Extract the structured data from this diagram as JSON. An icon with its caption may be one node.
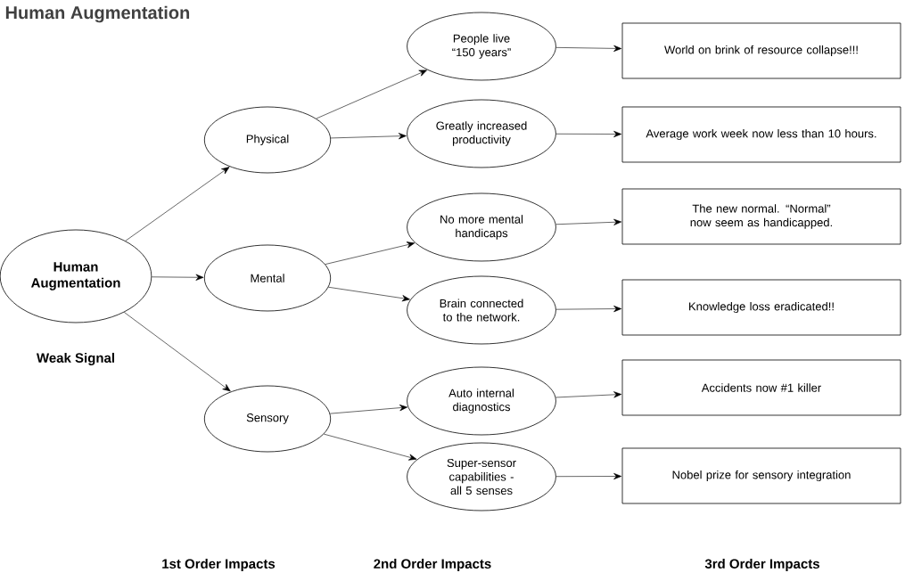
{
  "diagram": {
    "title": "Human Augmentation",
    "nodes": [
      {
        "text": [
          "Human Augmentation"
        ],
        "beside": [
          "Weak Signal"
        ]
      },
      {
        "text": [
          "Physical"
        ]
      },
      {
        "text": [
          "Mental"
        ]
      },
      {
        "text": [
          "Sensory"
        ]
      },
      {
        "text": [
          "People live “150 years”"
        ]
      },
      {
        "text": [
          "Greatly increased productivity"
        ]
      },
      {
        "text": [
          "No more mental handicaps"
        ]
      },
      {
        "text": [
          "Brain connected to the network."
        ]
      },
      {
        "text": [
          "Auto internal diagnostics"
        ]
      },
      {
        "text": [
          "Super-sensor capabilities - all 5 senses"
        ]
      },
      {
        "text": [
          "World on brink of resource collapse!!!"
        ]
      },
      {
        "text": [
          "Average work week now less than 10 hours."
        ]
      },
      {
        "text": [
          "The new normal. “Normal” now seem as handicapped."
        ]
      },
      {
        "text": [
          "Knowledge loss eradicated!!"
        ]
      },
      {
        "text": [
          "Accidents now #1 killer"
        ]
      },
      {
        "text": [
          "Nobel prize for sensory integration"
        ]
      }
    ],
    "edges": [
      {
        "from": 0,
        "to": 1,
        "arrow": "to"
      },
      {
        "from": 0,
        "to": 2,
        "arrow": "to"
      },
      {
        "from": 0,
        "to": 3,
        "arrow": "to"
      },
      {
        "from": 1,
        "to": 4,
        "arrow": "to"
      },
      {
        "from": 1,
        "to": 5,
        "arrow": "to"
      },
      {
        "from": 2,
        "to": 6,
        "arrow": "to"
      },
      {
        "from": 2,
        "to": 7,
        "arrow": "to"
      },
      {
        "from": 3,
        "to": 8,
        "arrow": "to"
      },
      {
        "from": 3,
        "to": 9,
        "arrow": "to"
      },
      {
        "from": 4,
        "to": 10,
        "arrow": "to"
      },
      {
        "from": 5,
        "to": 11,
        "arrow": "to"
      },
      {
        "from": 6,
        "to": 12,
        "arrow": "to"
      },
      {
        "from": 7,
        "to": 13,
        "arrow": "to"
      },
      {
        "from": 8,
        "to": 14,
        "arrow": "to"
      },
      {
        "from": 9,
        "to": 15,
        "arrow": "to"
      }
    ],
    "labels": [
      "1st Order Impacts",
      "2nd Order Impacts",
      "3rd Order Impacts"
    ]
  }
}
